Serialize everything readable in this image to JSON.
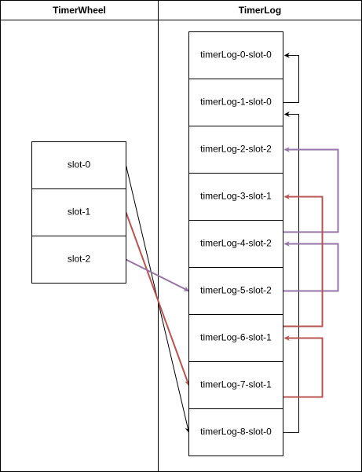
{
  "colors": {
    "black": "#000000",
    "purple": "#9673a6",
    "red": "#b85450"
  },
  "lanes": [
    {
      "id": "timerwheel",
      "title": "TimerWheel"
    },
    {
      "id": "timerlog",
      "title": "TimerLog"
    }
  ],
  "wheel_slots": [
    "slot-0",
    "slot-1",
    "slot-2"
  ],
  "log_entries": [
    "timerLog-0-slot-0",
    "timerLog-1-slot-0",
    "timerLog-2-slot-2",
    "timerLog-3-slot-1",
    "timerLog-4-slot-2",
    "timerLog-5-slot-2",
    "timerLog-6-slot-1",
    "timerLog-7-slot-1",
    "timerLog-8-slot-0"
  ],
  "wheel_links": [
    {
      "from_slot": 0,
      "to_entry": 8,
      "color": "black"
    },
    {
      "from_slot": 1,
      "to_entry": 7,
      "color": "red"
    },
    {
      "from_slot": 2,
      "to_entry": 5,
      "color": "purple"
    }
  ],
  "chain_links": [
    {
      "from_entry": 1,
      "to_entry": 0,
      "color": "black"
    },
    {
      "from_entry": 8,
      "to_entry": 1,
      "color": "black"
    },
    {
      "from_entry": 4,
      "to_entry": 2,
      "color": "purple"
    },
    {
      "from_entry": 5,
      "to_entry": 4,
      "color": "purple"
    },
    {
      "from_entry": 6,
      "to_entry": 3,
      "color": "red"
    },
    {
      "from_entry": 7,
      "to_entry": 6,
      "color": "red"
    }
  ]
}
